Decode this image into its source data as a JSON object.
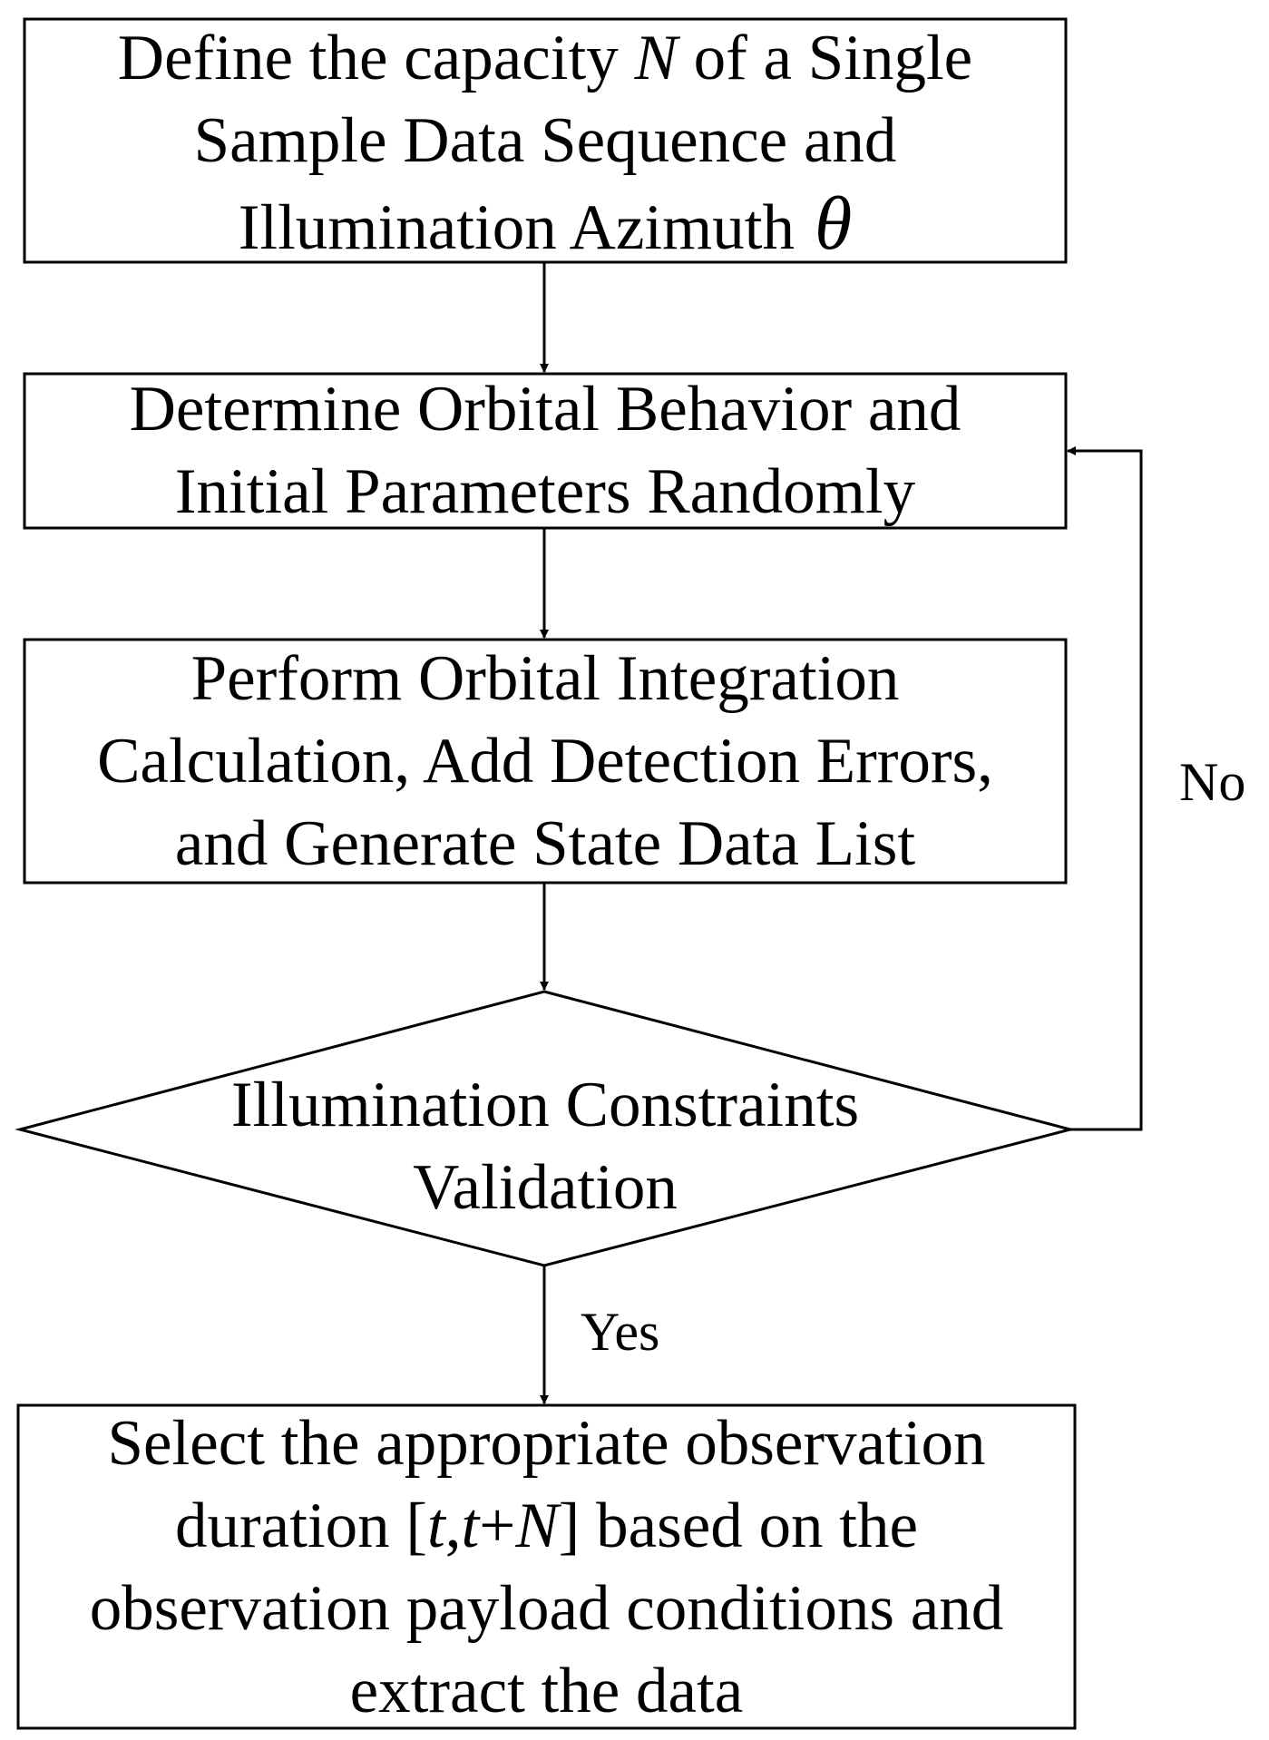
{
  "diagram": {
    "nodes": [
      {
        "id": "define",
        "shape": "rectangle",
        "lines": [
          [
            {
              "t": "Define the capacity "
            },
            {
              "t": "N",
              "math": true
            },
            {
              "t": " of a Single"
            }
          ],
          [
            {
              "t": "Sample Data Sequence and"
            }
          ],
          [
            {
              "t": "Illumination Azimuth"
            },
            {
              "t": "θ",
              "math": true,
              "greek": true
            }
          ]
        ]
      },
      {
        "id": "determine",
        "shape": "rectangle",
        "lines": [
          [
            {
              "t": "Determine Orbital Behavior and"
            }
          ],
          [
            {
              "t": "Initial Parameters Randomly"
            }
          ]
        ]
      },
      {
        "id": "integrate",
        "shape": "rectangle",
        "lines": [
          [
            {
              "t": "Perform Orbital Integration"
            }
          ],
          [
            {
              "t": "Calculation, Add Detection Errors,"
            }
          ],
          [
            {
              "t": "and Generate State Data List"
            }
          ]
        ]
      },
      {
        "id": "validate",
        "shape": "diamond",
        "lines": [
          [
            {
              "t": "Illumination Constraints"
            }
          ],
          [
            {
              "t": "Validation"
            }
          ]
        ]
      },
      {
        "id": "select",
        "shape": "rectangle",
        "lines": [
          [
            {
              "t": "Select the appropriate observation"
            }
          ],
          [
            {
              "t": "duration ["
            },
            {
              "t": "t",
              "math": true
            },
            {
              "t": ","
            },
            {
              "t": "t",
              "math": true
            },
            {
              "t": "+"
            },
            {
              "t": "N",
              "math": true
            },
            {
              "t": "] based on the"
            }
          ],
          [
            {
              "t": "observation payload conditions and"
            }
          ],
          [
            {
              "t": "extract the data"
            }
          ]
        ]
      }
    ],
    "edges": [
      {
        "from": "define",
        "to": "determine",
        "label": ""
      },
      {
        "from": "determine",
        "to": "integrate",
        "label": ""
      },
      {
        "from": "integrate",
        "to": "validate",
        "label": ""
      },
      {
        "from": "validate",
        "to": "select",
        "label": "Yes"
      },
      {
        "from": "validate",
        "to": "determine",
        "label": "No"
      }
    ]
  }
}
